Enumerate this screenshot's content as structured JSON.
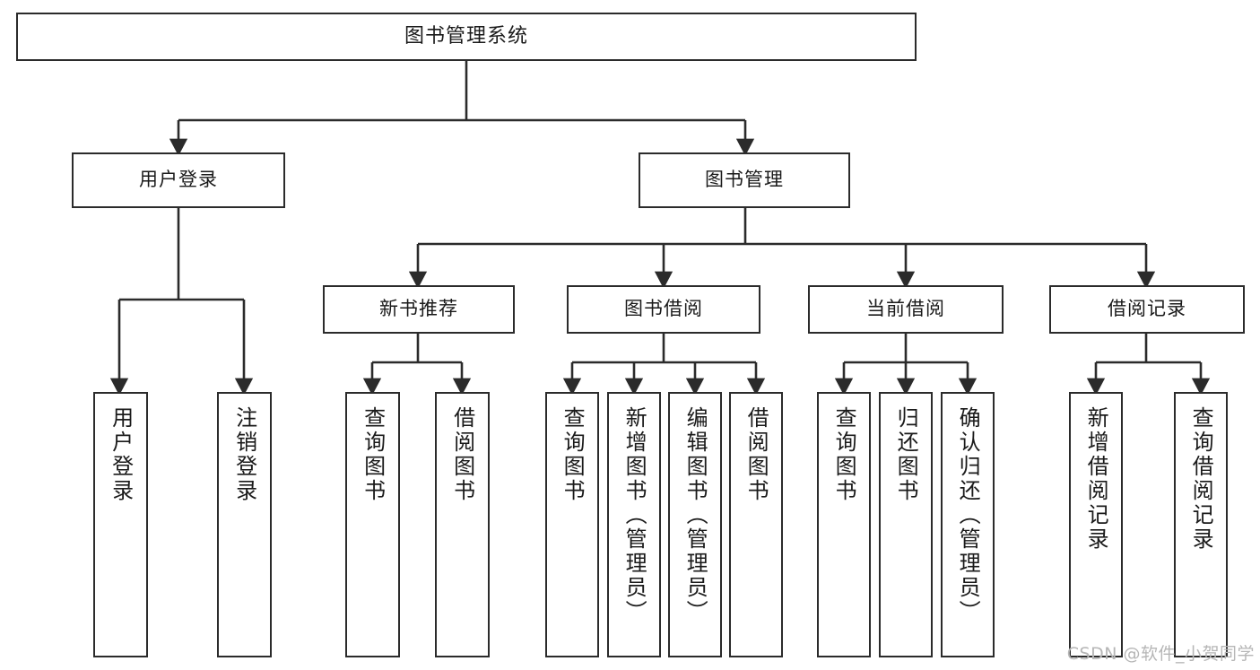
{
  "diagram": {
    "title": "图书管理系统",
    "type": "tree-hierarchy-diagram",
    "watermark": "CSDN @软件_小贺同学",
    "colors": {
      "stroke": "#2b2b2b",
      "fill": "#ffffff",
      "text": "#1a1a1a",
      "watermark": "#b6b6b6"
    },
    "root": {
      "label": "图书管理系统"
    },
    "level2": [
      {
        "label": "用户登录"
      },
      {
        "label": "图书管理"
      }
    ],
    "level3": [
      {
        "label": "新书推荐"
      },
      {
        "label": "图书借阅"
      },
      {
        "label": "当前借阅"
      },
      {
        "label": "借阅记录"
      }
    ],
    "leaves": {
      "user_login": [
        {
          "label": "用户登录"
        },
        {
          "label": "注销登录"
        }
      ],
      "new_book_recommend": [
        {
          "label": "查询图书"
        },
        {
          "label": "借阅图书"
        }
      ],
      "book_borrow": [
        {
          "label": "查询图书"
        },
        {
          "label": "新增图书（管理员）"
        },
        {
          "label": "编辑图书（管理员）"
        },
        {
          "label": "借阅图书"
        }
      ],
      "current_borrow": [
        {
          "label": "查询图书"
        },
        {
          "label": "归还图书"
        },
        {
          "label": "确认归还（管理员）"
        }
      ],
      "borrow_record": [
        {
          "label": "新增借阅记录"
        },
        {
          "label": "查询借阅记录"
        }
      ]
    }
  }
}
